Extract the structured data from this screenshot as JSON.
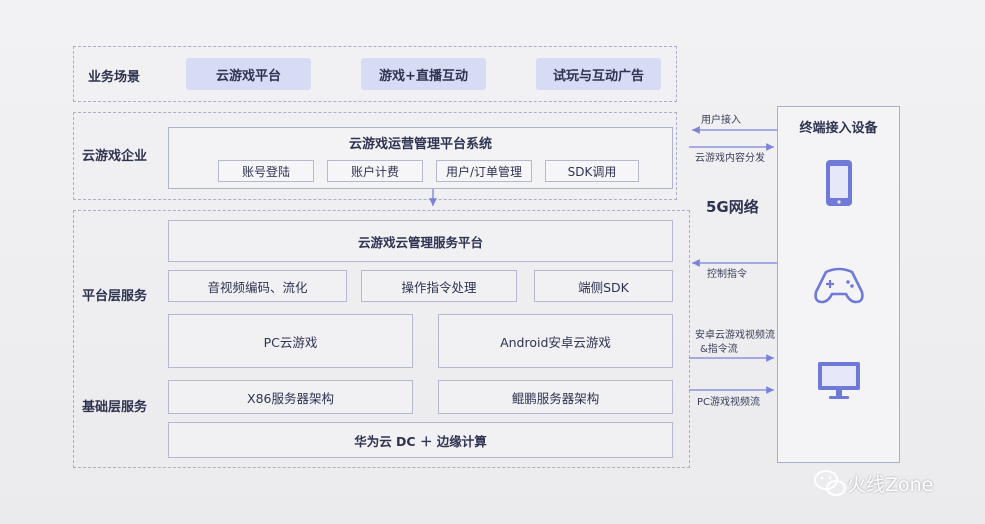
{
  "business": {
    "label": "业务场景",
    "items": [
      "云游戏平台",
      "游戏+直播互动",
      "试玩与互动广告"
    ]
  },
  "enterprise": {
    "label": "云游戏企业",
    "system_title": "云游戏运营管理平台系统",
    "modules": [
      "账号登陆",
      "账户计费",
      "用户/订单管理",
      "SDK调用"
    ]
  },
  "platform": {
    "label": "平台层服务",
    "mgmt": "云游戏云管理服务平台",
    "features": [
      "音视频编码、流化",
      "操作指令处理",
      "端侧SDK"
    ],
    "pc_game": "PC云游戏",
    "android_game": "Android安卓云游戏"
  },
  "infra": {
    "label": "基础层服务",
    "x86": "X86服务器架构",
    "kunpeng": "鲲鹏服务器架构",
    "cloud": "华为云 DC  ＋  边缘计算"
  },
  "connections": {
    "user_access": "用户接入",
    "content_dist": "云游戏内容分发",
    "network": "5G网络",
    "control": "控制指令",
    "android_stream_1": "安卓云游戏视频流",
    "android_stream_2": "&指令流",
    "pc_stream": "PC游戏视频流"
  },
  "terminal": {
    "title": "终端接入设备",
    "icons": [
      "phone-icon",
      "gamepad-icon",
      "monitor-icon"
    ]
  },
  "watermark": {
    "text": "火线Zone"
  },
  "colors": {
    "accent": "#6f79d8",
    "pill_bg": "#d8dbf4",
    "border": "#a9aec9"
  }
}
